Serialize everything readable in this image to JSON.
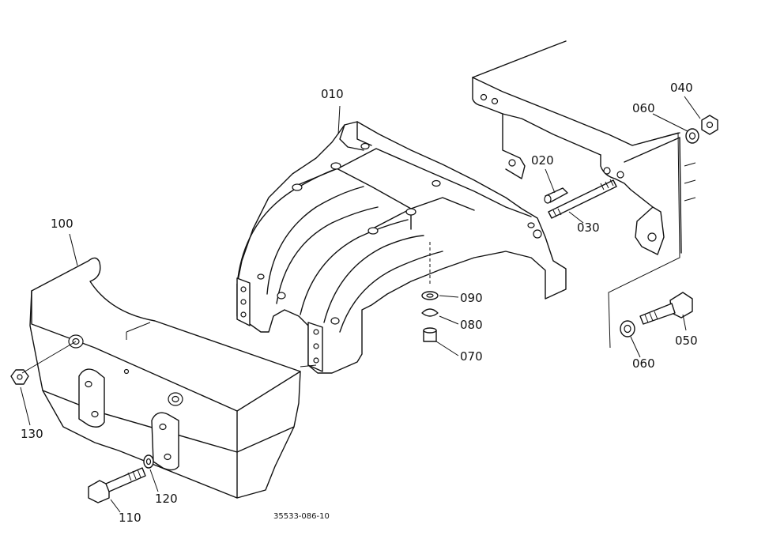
{
  "diagram": {
    "drawing_code": "35533-086-10",
    "parts": [
      {
        "id": "p010",
        "label": "010",
        "name": "front-bracket"
      },
      {
        "id": "p020",
        "label": "020",
        "name": "pin"
      },
      {
        "id": "p030",
        "label": "030",
        "name": "stud-bolt"
      },
      {
        "id": "p040",
        "label": "040",
        "name": "nut"
      },
      {
        "id": "p050",
        "label": "050",
        "name": "bolt"
      },
      {
        "id": "p060a",
        "label": "060",
        "name": "washer-upper"
      },
      {
        "id": "p060b",
        "label": "060",
        "name": "washer-lower"
      },
      {
        "id": "p070",
        "label": "070",
        "name": "bolt-small"
      },
      {
        "id": "p080",
        "label": "080",
        "name": "spring-washer"
      },
      {
        "id": "p090",
        "label": "090",
        "name": "plain-washer"
      },
      {
        "id": "p100",
        "label": "100",
        "name": "front-weight"
      },
      {
        "id": "p110",
        "label": "110",
        "name": "weight-bolt"
      },
      {
        "id": "p120",
        "label": "120",
        "name": "weight-washer"
      },
      {
        "id": "p130",
        "label": "130",
        "name": "weight-nut"
      }
    ]
  }
}
